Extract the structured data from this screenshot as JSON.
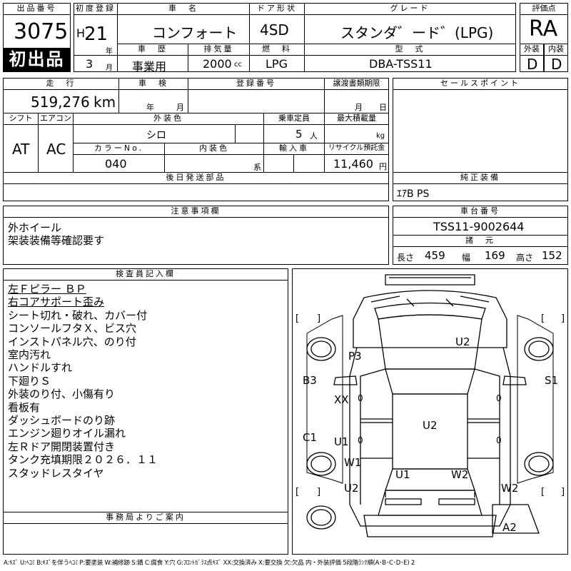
{
  "header": {
    "lot_no_label": "出品番号",
    "lot_no": "3075",
    "first_listing": "初出品",
    "first_reg_label": "初度登録",
    "era_mark": "H",
    "year": "21",
    "year_unit": "年",
    "month": "3",
    "month_unit": "月",
    "car_name_label": "車　名",
    "car_name": "コンフォート",
    "door_label": "ドア形状",
    "door": "4SD",
    "grade_label": "グレード",
    "grade": "スタンダ゛ード゛(LPG)",
    "score_label": "評価点",
    "score": "RA",
    "history_label": "車　歴",
    "history": "事業用",
    "displacement_label": "排気量",
    "displacement": "2000",
    "displacement_unit": "cc",
    "fuel_label": "燃　料",
    "fuel": "LPG",
    "model_label": "型　式",
    "model": "DBA-TSS11",
    "ext_grade_label": "外装",
    "ext_grade": "D",
    "int_grade_label": "内装",
    "int_grade": "D"
  },
  "row2": {
    "mileage_label": "走　行",
    "mileage": "519,276",
    "mileage_unit": "km",
    "inspection_label": "車　検",
    "insp_year_unit": "年",
    "insp_month_unit": "月",
    "reg_no_label": "登録番号",
    "transfer_label": "譲渡書類期限",
    "transfer_month": "月",
    "transfer_day": "日",
    "sales_label": "セールスポイント",
    "shift_label": "シフト",
    "shift": "AT",
    "ac_label": "エアコン",
    "ac": "AC",
    "ext_color_label": "外装色",
    "ext_color": "シロ",
    "capacity_label": "乗車定員",
    "capacity": "5",
    "capacity_unit": "人",
    "max_load_label": "最大積載量",
    "max_load_unit": "kg",
    "color_no_label": "カラーNo.",
    "color_no": "040",
    "int_color_label": "内装色",
    "int_color_unit": "系",
    "import_label": "輸入車",
    "recycle_label": "リサイクル預託金",
    "recycle": "11,460",
    "recycle_unit": "円"
  },
  "parts": {
    "later_label": "後日発送部品",
    "genuine_label": "純正装備",
    "genuine": "ｴｱB PS"
  },
  "caution": {
    "label": "注意事項欄",
    "lines": [
      "外ホイール",
      "架装装備等確認要す"
    ]
  },
  "chassis": {
    "label": "車台番号",
    "value": "TSS11-9002644",
    "spec_label": "諸　元",
    "length_label": "長さ",
    "length": "459",
    "width_label": "幅",
    "width": "169",
    "height_label": "高さ",
    "height": "152"
  },
  "inspector": {
    "label": "検査員記入欄",
    "lines": [
      "左Ｆピラー ＢＰ",
      "右コアサポート歪み",
      "シート切れ・破れ、カバー付",
      "コンソールフタＸ、ビス穴",
      "インストパネル穴、のり付",
      "室内汚れ",
      "ハンドルすれ",
      "下廻りＳ",
      "外装のり付、小傷有り",
      "看板有",
      "ダッシュボードのり跡",
      "エンジン廻りオイル漏れ",
      "左Ｒドア開閉装置付き",
      "タンク充填期限２０２６．１１",
      "スタッドレスタイヤ"
    ]
  },
  "office": {
    "label": "事務局よりご案内"
  },
  "diagram": {
    "marks": {
      "u2_hood": "U2",
      "p3": "P3",
      "b3": "B3",
      "s1": "S1",
      "xx": "XX",
      "u2_roof": "U2",
      "c1": "C1",
      "u1_left": "U1",
      "w1": "W1",
      "u1_rear": "U1",
      "w2_rear": "W2",
      "w2_right": "W2",
      "u2_bottom": "U2",
      "a2": "A2",
      "zero1": "0",
      "zero2": "0",
      "zero3": "0",
      "zero4": "0"
    }
  },
  "legend": "A:ｷｽﾞ U:ﾍｺﾐ B:ｷｽﾞを伴うﾍｺﾐ P:要塗装 W:補修跡 S:錆 C:腐食 Y:穴 G:ﾌﾛﾝﾄｶﾞﾗｽ点ｷｽﾞ XX:交換済み X:要交換 欠:欠品 内・外装評価 5段階ﾗﾝｸ順(A･B･C･D･E) 2"
}
